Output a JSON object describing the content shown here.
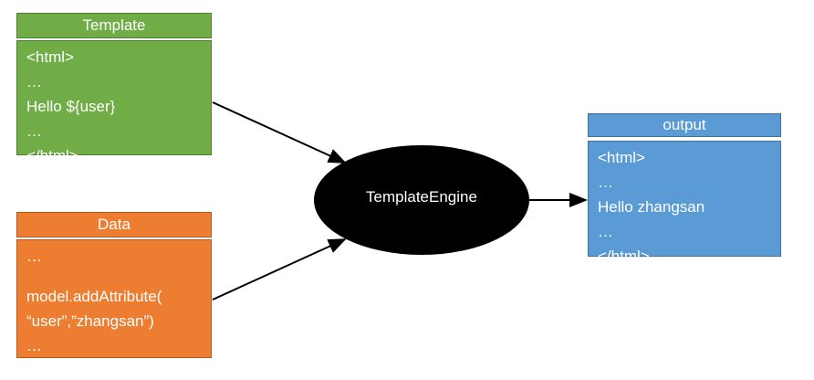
{
  "template": {
    "title": "Template",
    "lines": [
      "<html>",
      "…",
      "Hello ${user}",
      "…",
      "</html>"
    ]
  },
  "data": {
    "title": "Data",
    "lines": [
      "…",
      "",
      "model.addAttribute(",
      "“user”,”zhangsan”)",
      "…"
    ]
  },
  "engine": {
    "label": "TemplateEngine"
  },
  "output": {
    "title": "output",
    "lines": [
      "<html>",
      "…",
      "Hello zhangsan",
      "…",
      "</html>"
    ]
  }
}
